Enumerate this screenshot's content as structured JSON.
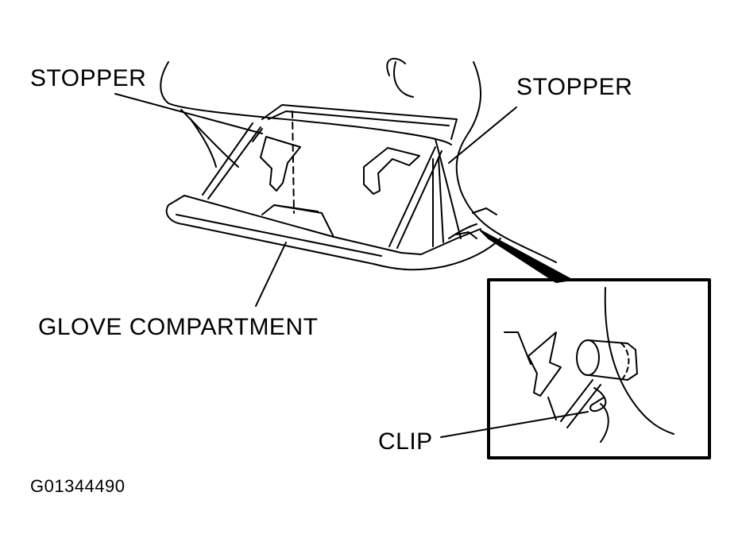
{
  "labels": {
    "stopper_left": "STOPPER",
    "stopper_right": "STOPPER",
    "glove_compartment": "GLOVE COMPARTMENT",
    "clip": "CLIP",
    "figure_code": "G01344490"
  },
  "colors": {
    "ink": "#000000",
    "paper": "#ffffff"
  }
}
